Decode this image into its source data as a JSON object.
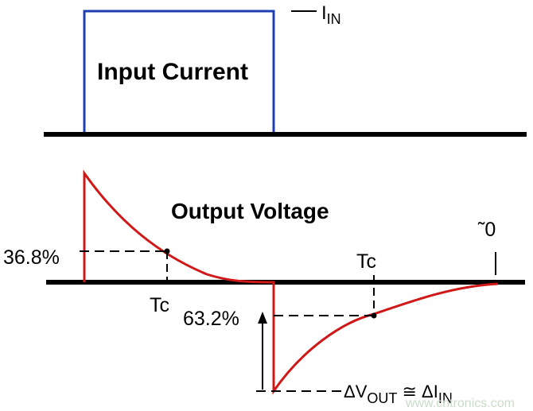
{
  "diagram": {
    "input_label": "Input Current",
    "iin_label": {
      "main": "I",
      "sub": "IN"
    },
    "output_label": "Output Voltage",
    "pct_368": "36.8%",
    "pct_632": "63.2%",
    "tc_left": "Tc",
    "tc_right": "Tc",
    "zero_label": "˜0",
    "delta_label": {
      "v": "ΔV",
      "out": "OUT",
      "mid": " ≅ ΔI",
      "in": "IN"
    },
    "watermark": "www.cntronics.com",
    "colors": {
      "input_pulse": "#1f3fb0",
      "output_curve": "#d01818",
      "axis": "#000000"
    }
  }
}
